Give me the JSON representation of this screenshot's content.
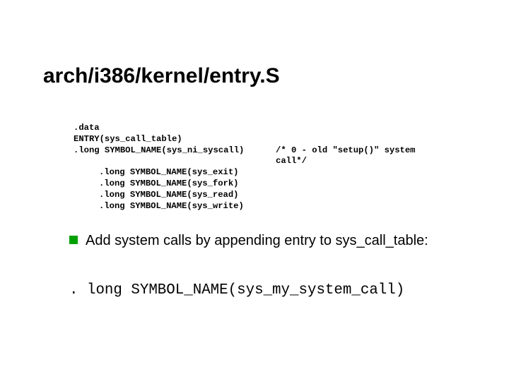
{
  "slide": {
    "title": "arch/i386/kernel/entry.S",
    "code": {
      "line1": ".data",
      "line2": "ENTRY(sys_call_table)",
      "line3": ".long SYMBOL_NAME(sys_ni_syscall)",
      "line3_comment": "/* 0  -  old \"setup()\" system",
      "line4_comment": "call*/",
      "line5": ".long SYMBOL_NAME(sys_exit)",
      "line6": ".long SYMBOL_NAME(sys_fork)",
      "line7": ".long SYMBOL_NAME(sys_read)",
      "line8": ".long SYMBOL_NAME(sys_write)"
    },
    "bullet": {
      "text": "Add system calls by appending entry to sys_call_table:",
      "marker_color": "#00a000"
    },
    "example_code": ". long SYMBOL_NAME(sys_my_system_call)"
  }
}
